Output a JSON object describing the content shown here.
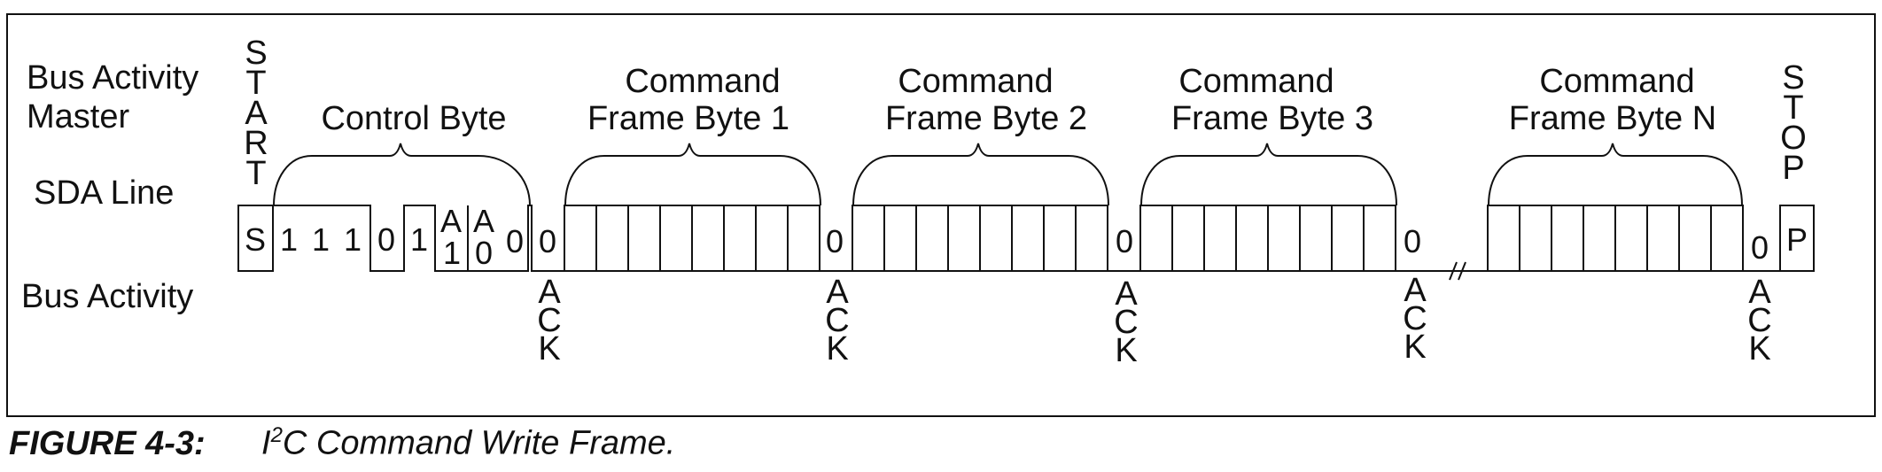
{
  "labels": {
    "bus_activity_master_1": "Bus Activity",
    "bus_activity_master_2": "Master",
    "sda_line": "SDA Line",
    "bus_activity": "Bus Activity",
    "start": "START",
    "stop": "STOP",
    "control_byte": "Control Byte",
    "command": "Command",
    "frame_byte_1": "Frame Byte 1",
    "frame_byte_2": "Frame Byte 2",
    "frame_byte_3": "Frame Byte 3",
    "frame_byte_n": "Frame Byte N"
  },
  "control_bits": [
    "1",
    "1",
    "1",
    "0",
    "1"
  ],
  "address_bits": [
    {
      "top": "A",
      "bottom": "1"
    },
    {
      "top": "A",
      "bottom": "0"
    }
  ],
  "rw_bit": "0",
  "start_symbol": "S",
  "stop_symbol": "P",
  "ack_bit": "0",
  "ack_label": "ACK",
  "break_mark": "//",
  "caption": {
    "figure": "FIGURE 4-3:",
    "text_prefix": "I",
    "superscript": "2",
    "text_suffix": "C Command Write Frame."
  }
}
